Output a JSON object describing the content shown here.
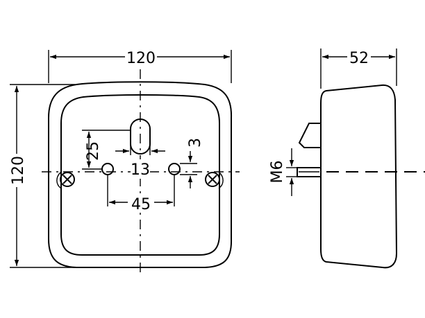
{
  "drawing": {
    "front_view": {
      "width_label": "120",
      "height_label": "120",
      "hole_spacing_label": "45",
      "center_hole_label": "13",
      "vertical_offset_label": "25",
      "small_gap_label": "3"
    },
    "side_view": {
      "depth_label": "52",
      "thread_label": "M6"
    }
  }
}
